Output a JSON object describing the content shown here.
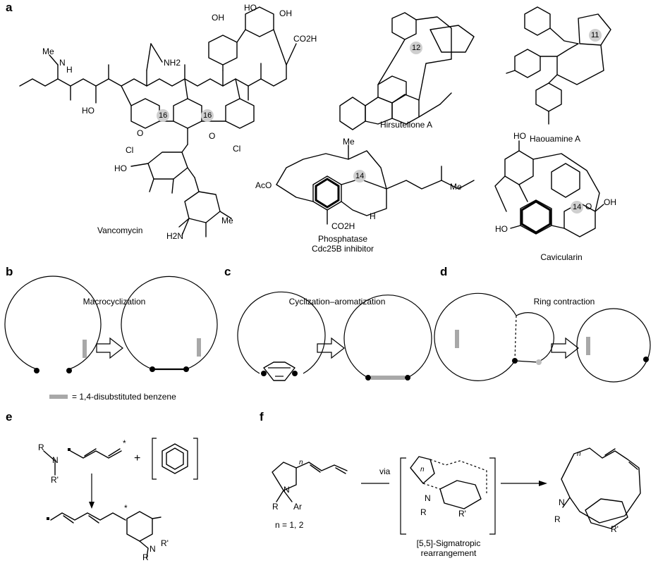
{
  "panels": {
    "a": "a",
    "b": "b",
    "c": "c",
    "d": "d",
    "e": "e",
    "f": "f"
  },
  "panel_a": {
    "vancomycin": {
      "name": "Vancomycin",
      "ring_sizes": [
        "16",
        "16"
      ],
      "atoms": [
        "Me",
        "N",
        "H",
        "HO",
        "O",
        "NH2",
        "Cl",
        "OH",
        "HO",
        "OH",
        "H2N",
        "HO",
        "Me",
        "O",
        "Cl",
        "CO2H"
      ]
    },
    "hirsutellone": {
      "name": "Hirsutellone A",
      "ring_size": "12"
    },
    "haouamine": {
      "name": "Haouamine A",
      "ring_size": "11"
    },
    "phosphatase": {
      "name_line1": "Phosphatase",
      "name_line2": "Cdc25B inhibitor",
      "ring_size": "14",
      "atoms": [
        "AcO",
        "CO2H",
        "Me",
        "Me",
        "H"
      ]
    },
    "cavicularin": {
      "name": "Cavicularin",
      "ring_size": "14",
      "atoms": [
        "HO",
        "OH",
        "HO",
        "O"
      ]
    }
  },
  "panel_b": {
    "title": "Macrocyclization",
    "legend": "= 1,4-disubstituted benzene"
  },
  "panel_c": {
    "title": "Cyclization–aromatization"
  },
  "panel_d": {
    "title": "Ring contraction"
  },
  "panel_e": {
    "atoms": [
      "R",
      "N",
      "R'",
      "R'",
      "N",
      "R"
    ],
    "plus": "+",
    "star": "*"
  },
  "panel_f": {
    "via": "via",
    "n_condition": "n = 1, 2",
    "caption_line1": "[5,5]-Sigmatropic",
    "caption_line2": "rearrangement",
    "atoms": [
      "N",
      "R",
      "Ar",
      "n",
      "n",
      "N",
      "R",
      "R'",
      "n",
      "N",
      "R",
      "R'"
    ]
  },
  "colors": {
    "highlight": "#a8a8a8",
    "ring_badge": "#cfcfcf",
    "ink": "#000000"
  }
}
